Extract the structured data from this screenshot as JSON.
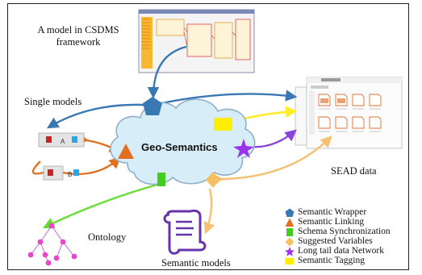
{
  "labels": {
    "csdms": "A model in CSDMS framework",
    "single_models": "Single models",
    "ontology": "Ontology",
    "semantic_models": "Semantic  models",
    "sead": "SEAD data",
    "center": "Geo-Semantics"
  },
  "model_boxes": [
    "A",
    "B"
  ],
  "legend": [
    {
      "shape": "pentagon",
      "color": "#3a78b4",
      "label": "Semantic Wrapper"
    },
    {
      "shape": "triangle",
      "color": "#e07020",
      "label": "Semantic Linking"
    },
    {
      "shape": "rect",
      "color": "#44cc22",
      "label": "Schema Synchronization"
    },
    {
      "shape": "diamond",
      "color": "#f5c060",
      "label": "Suggested Variables"
    },
    {
      "shape": "star",
      "color": "#9933ee",
      "label": "Long tail data Network"
    },
    {
      "shape": "rect",
      "color": "#ffee00",
      "label": "Semantic  Tagging"
    }
  ],
  "colors": {
    "wrapper_link": "#3a78b4",
    "linking_link": "#e07020",
    "schema_link": "#66dd33",
    "variables_link": "#f5c070",
    "network_link": "#8844dd",
    "tagging_link": "#ffee22",
    "cloud_fill": "#d7eef8",
    "cloud_stroke": "#8fb0c8",
    "ontology_node": "#ee44cc",
    "scroll": "#6633aa"
  }
}
